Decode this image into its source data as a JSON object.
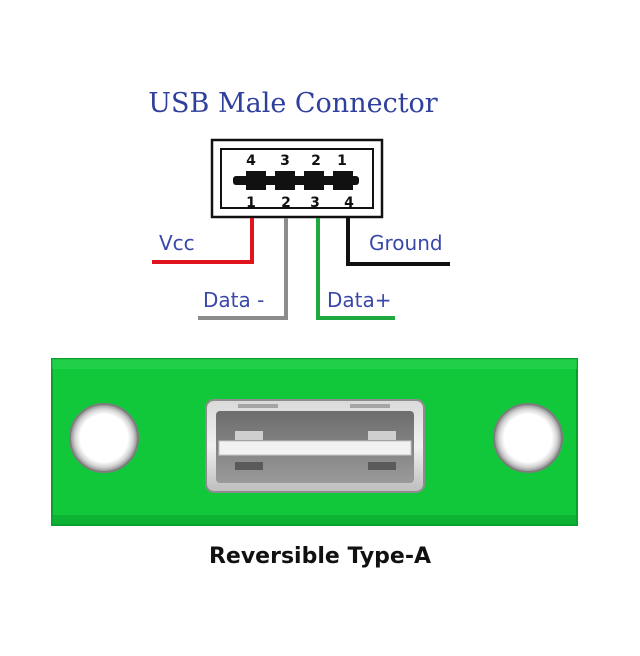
{
  "title": "USB Male Connector",
  "pins_top": [
    "4",
    "3",
    "2",
    "1"
  ],
  "pins_bottom": [
    "1",
    "2",
    "3",
    "4"
  ],
  "wires": {
    "vcc": "Vcc",
    "ground": "Ground",
    "data_minus": "Data -",
    "data_plus": "Data+"
  },
  "caption": "Reversible Type-A",
  "colors": {
    "title": "#2e3f9c",
    "label": "#3a49a8",
    "vcc_wire": "#e0141c",
    "data_minus_wire": "#8c8c8c",
    "data_plus_wire": "#1fa83e",
    "ground_wire": "#111111",
    "pcb": "#11c83a",
    "pcb_edge": "#0a9e2c"
  }
}
